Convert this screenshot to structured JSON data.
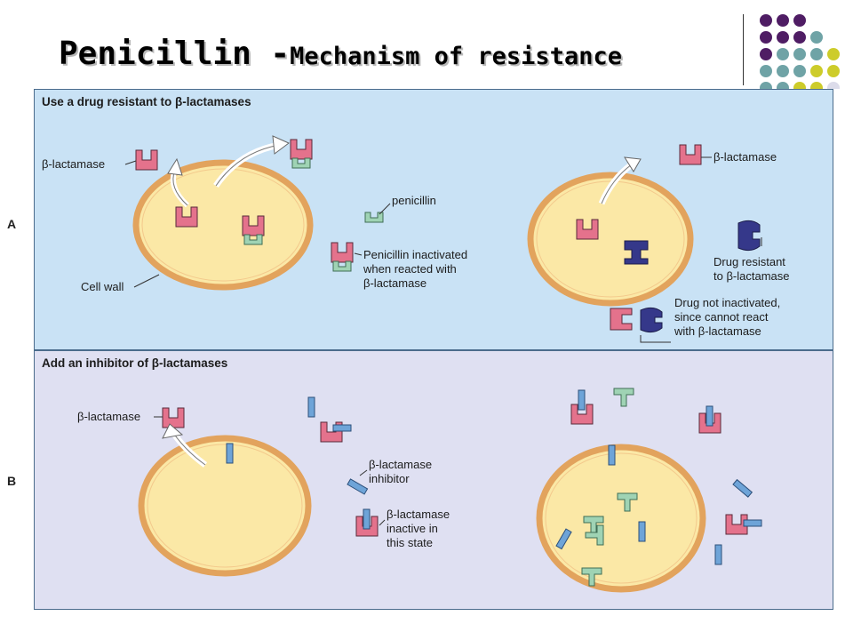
{
  "title": {
    "main": "Penicillin -",
    "sub": "Mechanism of resistance"
  },
  "panel_letters": {
    "a": "A",
    "b": "B"
  },
  "panel_a": {
    "heading": "Use a drug resistant to β-lactamases",
    "labels": {
      "beta_lactamase_left": "β-lactamase",
      "penicillin": "penicillin",
      "cell_wall": "Cell wall",
      "inactivated_1": "Penicillin inactivated",
      "inactivated_2": "when reacted with",
      "inactivated_3": "β-lactamase",
      "beta_lactamase_right": "β-lactamase",
      "resistant_1": "Drug resistant",
      "resistant_2": "to β-lactamase",
      "not_inactivated_1": "Drug not inactivated,",
      "not_inactivated_2": "since cannot react",
      "not_inactivated_3": "with β-lactamase"
    }
  },
  "panel_b": {
    "heading": "Add an inhibitor of β-lactamases",
    "labels": {
      "beta_lactamase": "β-lactamase",
      "inhibitor_1": "β-lactamase",
      "inhibitor_2": "inhibitor",
      "inactive_1": "β-lactamase",
      "inactive_2": "inactive in",
      "inactive_3": "this state"
    }
  },
  "colors": {
    "panel_a_bg": "#c9e2f5",
    "panel_b_bg": "#dfe0f2",
    "cell_fill": "#fbe8a6",
    "cell_wall": "#e2a35d",
    "beta_lactamase": "#e4728c",
    "penicillin": "#9fd3b4",
    "resistant_drug": "#35388a",
    "inhibitor": "#6ea4d8",
    "dot_purple": "#4f1d64",
    "dot_teal": "#6fa3a6",
    "dot_yellow": "#cdcc2a"
  }
}
